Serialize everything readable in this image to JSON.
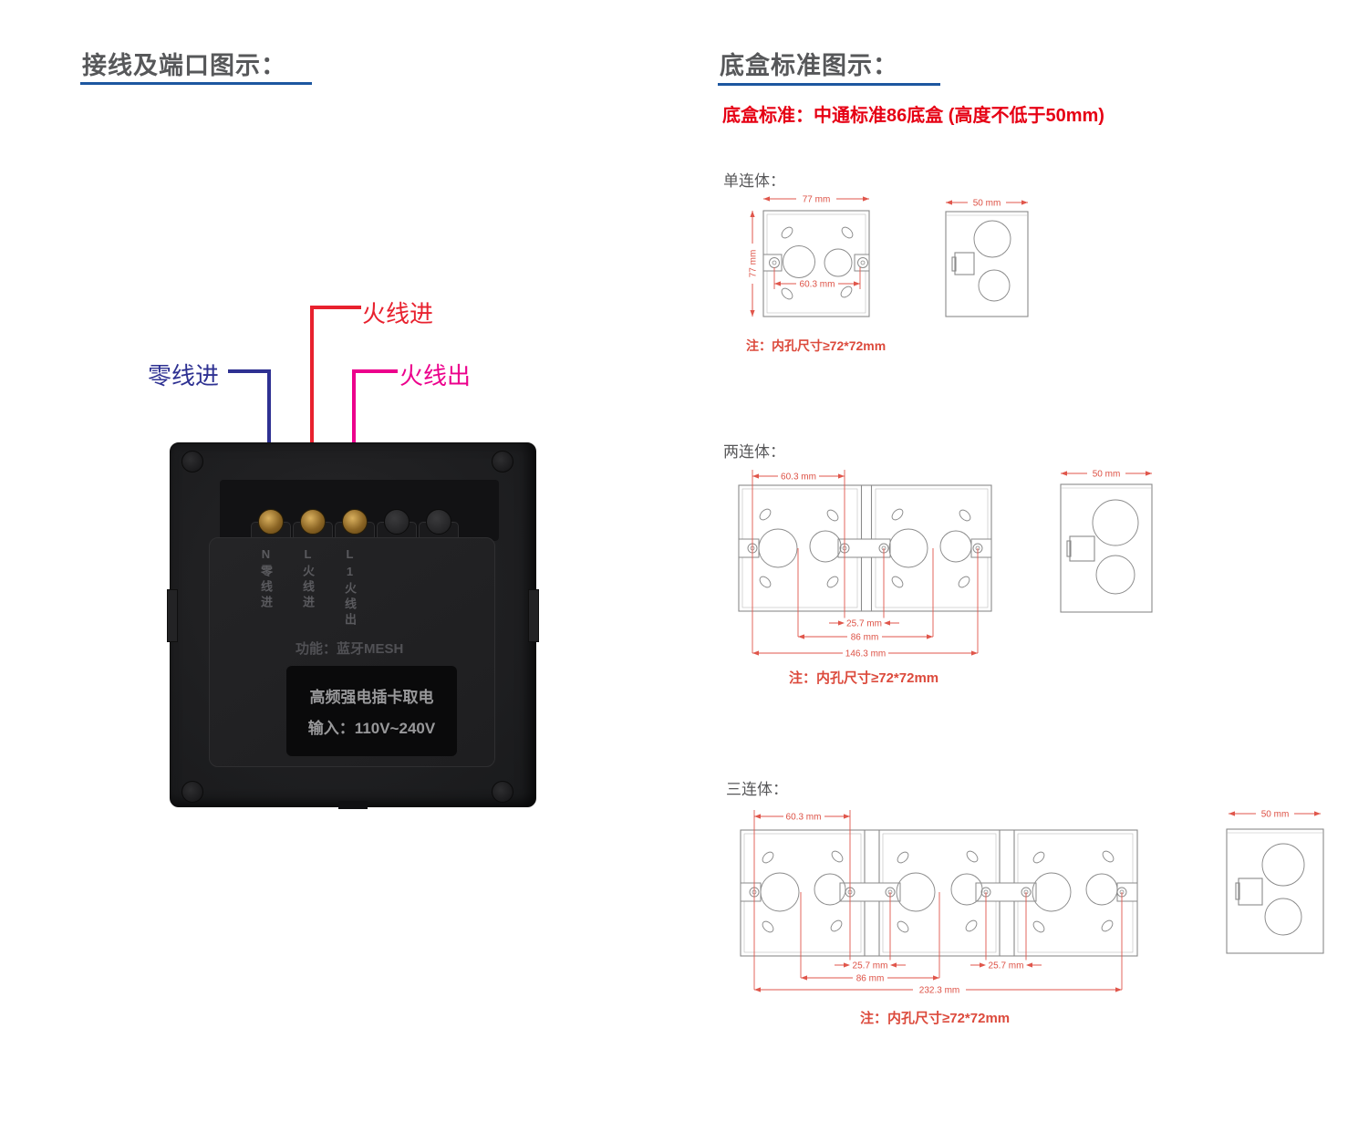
{
  "colors": {
    "heading_text": "#57585a",
    "heading_underline": "#1d57a0",
    "standard_red": "#e60014",
    "dimension_red": "#e0564b",
    "note_red": "#dc4a3c",
    "diagram_stroke": "#8a8a8a",
    "wire_live_in": "#e8212e",
    "wire_neutral_in": "#2e3192",
    "wire_live_out": "#ec008c"
  },
  "wiring_section": {
    "title": "接线及端口图示：",
    "labels": {
      "live_in": "火线进",
      "neutral_in": "零线进",
      "live_out": "火线出"
    },
    "device": {
      "terminal_columns": [
        "N零线进",
        "L火线进",
        "L1火线出"
      ],
      "function_line": "功能：蓝牙MESH",
      "plate_line1": "高频强电插卡取电",
      "plate_line2": "输入：110V~240V"
    }
  },
  "box_section": {
    "title": "底盒标准图示：",
    "standard_line": "底盒标准：中通标准86底盒 (高度不低于50mm)",
    "single": {
      "label": "单连体：",
      "dim_width": "77 mm",
      "dim_height": "77 mm",
      "dim_holes": "60.3 mm",
      "dim_side": "50 mm",
      "note": "注：内孔尺寸≥72*72mm"
    },
    "double": {
      "label": "两连体：",
      "dim_holes": "60.3 mm",
      "dim_mid": "25.7 mm",
      "dim_center": "86 mm",
      "dim_total": "146.3 mm",
      "dim_side": "50 mm",
      "note": "注：内孔尺寸≥72*72mm"
    },
    "triple": {
      "label": "三连体：",
      "dim_holes": "60.3 mm",
      "dim_mid1": "25.7 mm",
      "dim_mid2": "25.7 mm",
      "dim_center": "86 mm",
      "dim_total": "232.3 mm",
      "dim_side": "50 mm",
      "note": "注：内孔尺寸≥72*72mm"
    }
  }
}
